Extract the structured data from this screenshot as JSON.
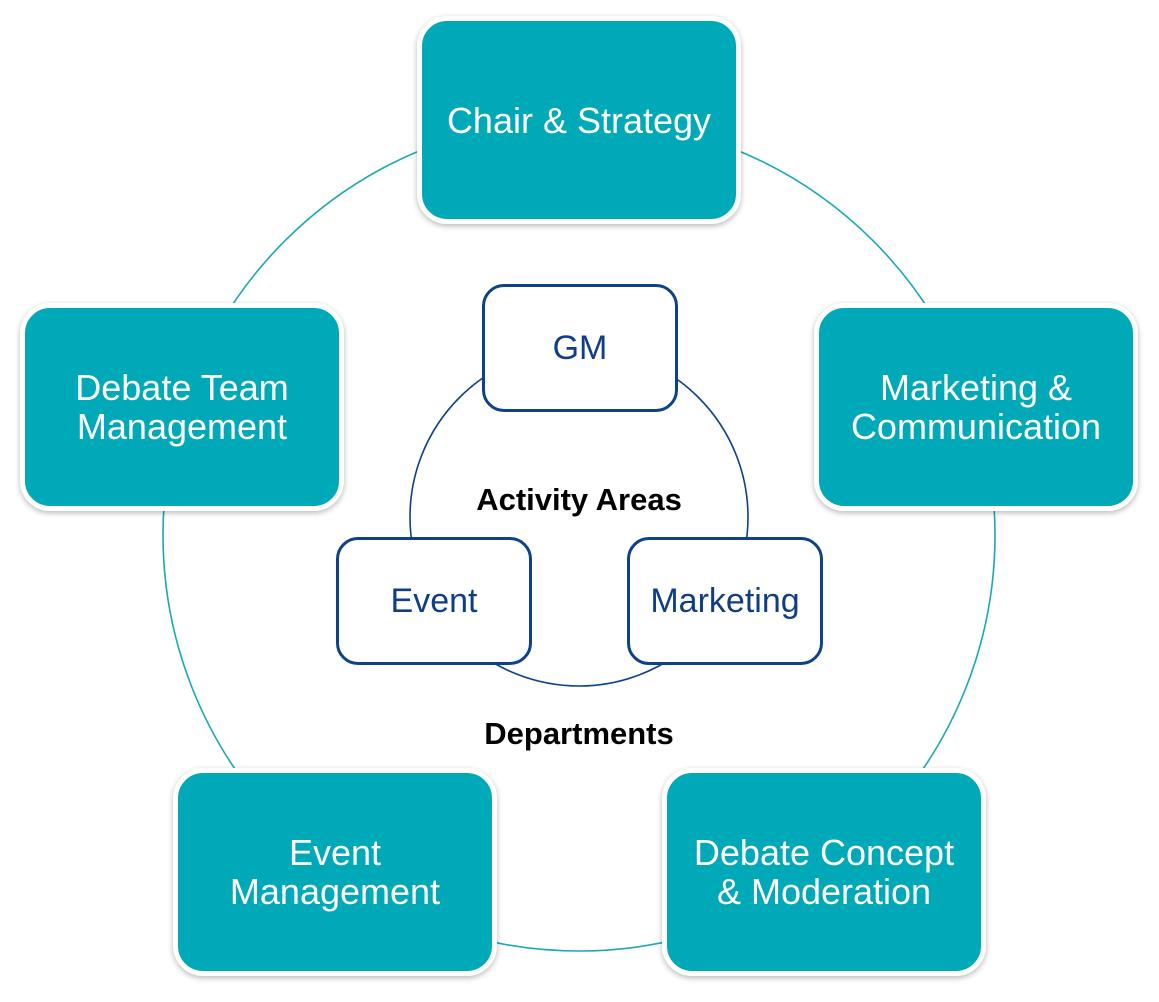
{
  "colors": {
    "department_fill": "#00a9b8",
    "outer_ring": "#1aa7b4",
    "area_stroke": "#0d4189",
    "area_text": "#103e86"
  },
  "labels": {
    "activity_areas": "Activity Areas",
    "departments": "Departments"
  },
  "departments": [
    {
      "id": "chair",
      "label": "Chair & Strategy"
    },
    {
      "id": "marketing",
      "label": "Marketing &\nCommunication"
    },
    {
      "id": "debate-concept",
      "label": "Debate Concept\n& Moderation"
    },
    {
      "id": "event-management",
      "label": "Event\nManagement"
    },
    {
      "id": "debate-team",
      "label": "Debate Team\nManagement"
    }
  ],
  "activity_areas": [
    {
      "id": "gm",
      "label": "GM"
    },
    {
      "id": "event",
      "label": "Event"
    },
    {
      "id": "marketing",
      "label": "Marketing"
    }
  ]
}
